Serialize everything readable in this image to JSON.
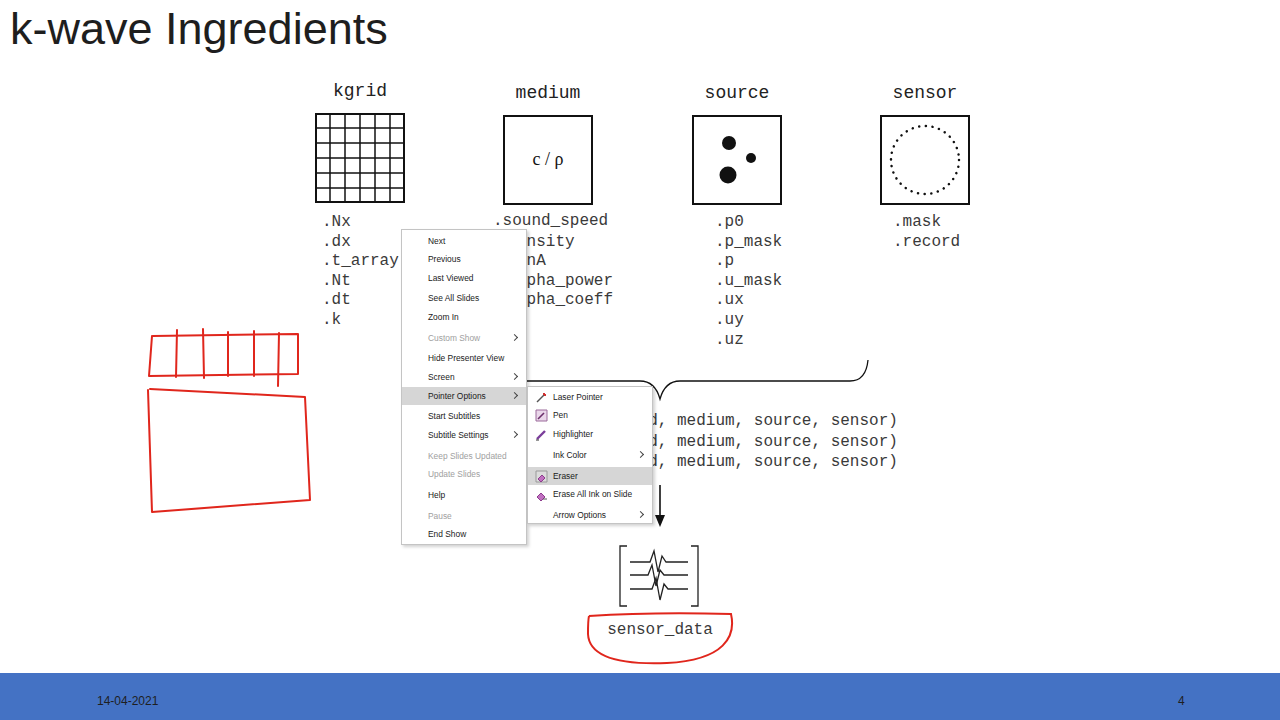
{
  "diagram": {
    "title": "k-wave Ingredients",
    "nodes": [
      {
        "text": [
          "kgrid"
        ]
      },
      {
        "text": [
          "medium",
          "c / ρ"
        ]
      },
      {
        "text": [
          "source"
        ]
      },
      {
        "text": [
          "sensor"
        ]
      },
      {
        "text": [
          "Next",
          "Previous",
          "Last Viewed",
          "See All Slides",
          "Zoom In",
          "Custom Show",
          "Hide Presenter View",
          "Screen",
          "Pointer Options",
          "Start Subtitles",
          "Subtitle Settings",
          "Keep Slides Updated",
          "Update Slides",
          "Help",
          "Pause",
          "End Show"
        ]
      },
      {
        "text": [
          "Laser Pointer",
          "Pen",
          "Highlighter",
          "Ink Color",
          "Eraser",
          "Erase All Ink on Slide",
          "Arrow Options"
        ]
      },
      {
        "text": [
          "sensor_data"
        ]
      },
      {
        "text": [
          "14-04-2021",
          "4"
        ]
      }
    ],
    "labels": [
      ".Nx",
      ".dx",
      ".t_array",
      ".Nt",
      ".dt",
      ".k",
      ".sound_speed",
      "ensity",
      "onA",
      "lpha_power",
      "lpha_coeff",
      ".p0",
      ".p_mask",
      ".p",
      ".u_mask",
      ".ux",
      ".uy",
      ".uz",
      ".mask",
      ".record",
      "rid, medium, source, sensor)",
      "rid, medium, source, sensor)",
      "rid, medium, source, sensor)"
    ]
  }
}
